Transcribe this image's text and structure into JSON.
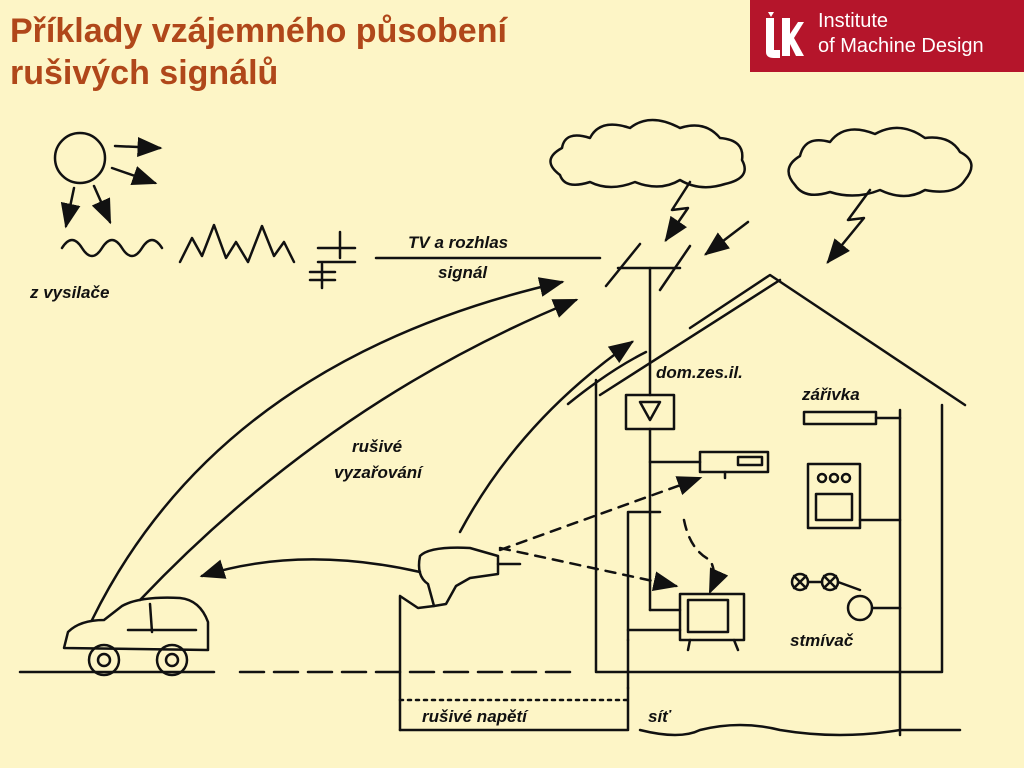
{
  "slide": {
    "title_line1": "Příklady vzájemného působení",
    "title_line2": "rušivých signálů"
  },
  "logo": {
    "line1": "Institute",
    "line2": "of Machine Design",
    "background": "#b5152b"
  },
  "diagram": {
    "labels": {
      "z_vysilace": "z vysilače",
      "tv_rozhlas": "TV a rozhlas",
      "signal": "signál",
      "dom_zesil": "dom.zes.il.",
      "zarivka": "zářivka",
      "rusive": "rušivé",
      "vyzarovani": "vyzařování",
      "stmivac": "stmívač",
      "rusive_napeti": "rušivé napětí",
      "sit": "síť"
    },
    "colors": {
      "title": "#b0471a",
      "background": "#fdf5c6",
      "ink": "#111111"
    }
  }
}
